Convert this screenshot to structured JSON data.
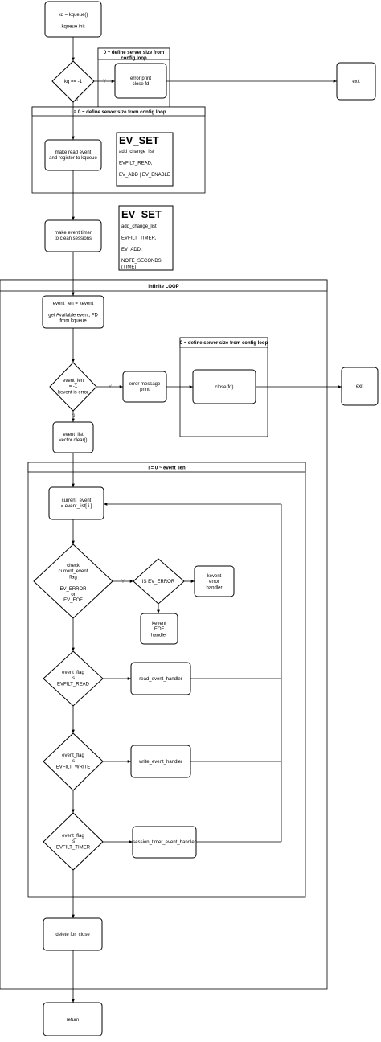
{
  "nodes": {
    "kqueue_init": [
      "kq = kqueue()",
      "",
      "kqueue init"
    ],
    "kq_check": [
      "kq == -1"
    ],
    "error_print_close": [
      "error print",
      "close fd"
    ],
    "exit_top": [
      "exit"
    ],
    "make_read_event": [
      "make read event",
      "and register to kqueue"
    ],
    "make_event_timer": [
      "make event timer",
      "to clean sessions"
    ],
    "event_len_kevent": [
      "event_len = kevent",
      "",
      "get Available event, FD",
      "from kqueue"
    ],
    "event_len_check": [
      "event_len",
      "= -1",
      "kevent is error"
    ],
    "error_message_print": [
      "error message",
      "print"
    ],
    "close_fd": [
      "close(fd)"
    ],
    "exit_mid": [
      "exit"
    ],
    "event_list_clear": [
      "event_list",
      "vector clear()"
    ],
    "current_event": [
      "current_event",
      "= event_list[ i ]"
    ],
    "check_flag": [
      "check",
      "current_event",
      "flag",
      "",
      "EV_ERROR",
      "or",
      "EV_EOF"
    ],
    "is_ev_error": [
      "IS EV_ERROR"
    ],
    "kevent_error_handler": [
      "kevent",
      "error",
      "handler"
    ],
    "kevent_eof_handler": [
      "kevent",
      "EOF",
      "handler"
    ],
    "flag_read": [
      "event_flag",
      "is",
      "EVFILT_READ"
    ],
    "read_handler": [
      "read_event_handler"
    ],
    "flag_write": [
      "event_flag",
      "is",
      "EVFILT_WRITE"
    ],
    "write_handler": [
      "write_event_handler"
    ],
    "flag_timer": [
      "event_flag",
      "is",
      "EVFILT_TIMER"
    ],
    "timer_handler": [
      "session_timer_event_handler"
    ],
    "delete_for_close": [
      "delete for_close"
    ],
    "return_node": [
      "return"
    ]
  },
  "containers": {
    "config_loop_small": [
      "0 ~ define server size from",
      "config loop"
    ],
    "config_loop_wide": [
      "i = 0 ~ define server size from config loop"
    ],
    "infinite_loop": [
      "infinite LOOP"
    ],
    "config_loop_inner": [
      "0 ~ define server size from config loop"
    ],
    "event_len_loop": [
      "i = 0 ~ event_len"
    ]
  },
  "ev_set_notes": [
    {
      "title": "EV_SET",
      "lines": [
        "add_change_list",
        "",
        "EVFILT_READ,",
        "",
        "EV_ADD | EV_ENABLE"
      ]
    },
    {
      "title": "EV_SET",
      "lines": [
        "add_change_list",
        "",
        "EVFILT_TIMER,",
        "",
        "EV_ADD,",
        "",
        "NOTE_SECONDS,",
        "(TIME)"
      ]
    }
  ],
  "edge_labels": {
    "yes": "Y",
    "no": "N"
  },
  "style": {
    "stroke": "#000000",
    "fill": "#ffffff",
    "label_color": "#555555"
  }
}
